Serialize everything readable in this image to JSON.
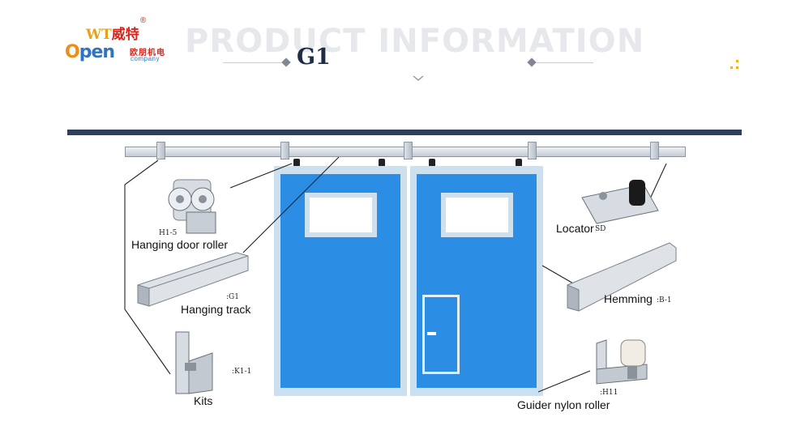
{
  "logo": {
    "wt": "WT",
    "wt_cn": "威特",
    "reg": "®",
    "open": "pen",
    "open_o": "O",
    "cn": "欧朋机电",
    "company": "company"
  },
  "header": {
    "watermark": "PRODUCT INFORMATION",
    "model": "G1"
  },
  "parts": [
    {
      "code": "H1-5",
      "label": "Hanging door roller"
    },
    {
      "code": ":G1",
      "label": "Hanging track"
    },
    {
      "code": ":K1-1",
      "label": "Kits"
    },
    {
      "code": "SD",
      "label": "Locator"
    },
    {
      "code": ":B-1",
      "label": "Hemming"
    },
    {
      "code": ":H11",
      "label": "Guider nylon roller"
    }
  ],
  "colors": {
    "dark_bar": "#2f4159",
    "door_blue": "#2b8de3",
    "door_frame": "#cde0f0",
    "logo_red": "#d8261c",
    "logo_blue": "#2f74c0",
    "accent_orange": "#f08c14"
  }
}
